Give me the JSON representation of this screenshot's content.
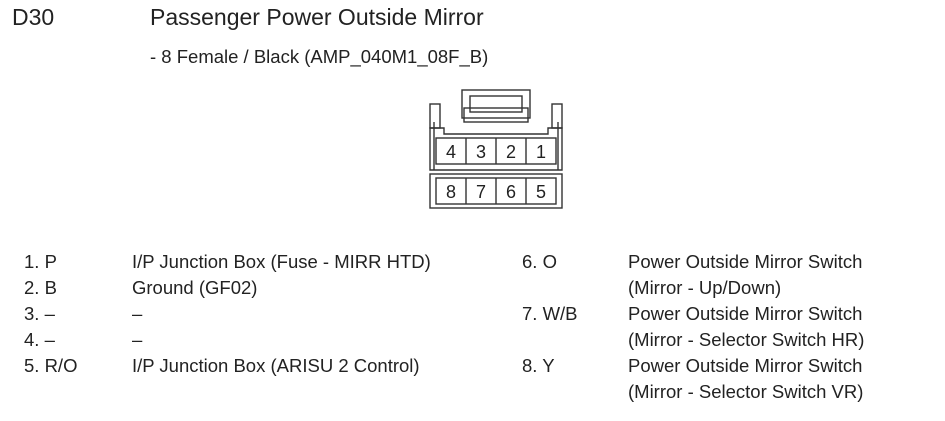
{
  "header": {
    "code": "D30",
    "title": "Passenger Power Outside Mirror",
    "subtitle": "- 8 Female / Black (AMP_040M1_08F_B)"
  },
  "connector": {
    "top_row": [
      "4",
      "3",
      "2",
      "1"
    ],
    "bottom_row": [
      "8",
      "7",
      "6",
      "5"
    ]
  },
  "pins_left": [
    {
      "pin": "1. P",
      "desc": "I/P Junction Box (Fuse - MIRR HTD)"
    },
    {
      "pin": "2. B",
      "desc": "Ground (GF02)"
    },
    {
      "pin": "3. –",
      "desc": "–"
    },
    {
      "pin": "4. –",
      "desc": "–"
    },
    {
      "pin": "5. R/O",
      "desc": "I/P Junction Box (ARISU 2 Control)"
    }
  ],
  "pins_right": [
    {
      "pin": "6. O",
      "desc": "Power Outside Mirror Switch",
      "desc2": "(Mirror - Up/Down)"
    },
    {
      "pin": "7. W/B",
      "desc": "Power Outside Mirror Switch",
      "desc2": "(Mirror - Selector Switch HR)"
    },
    {
      "pin": "8. Y",
      "desc": "Power Outside Mirror Switch",
      "desc2": "(Mirror - Selector Switch VR)"
    }
  ]
}
